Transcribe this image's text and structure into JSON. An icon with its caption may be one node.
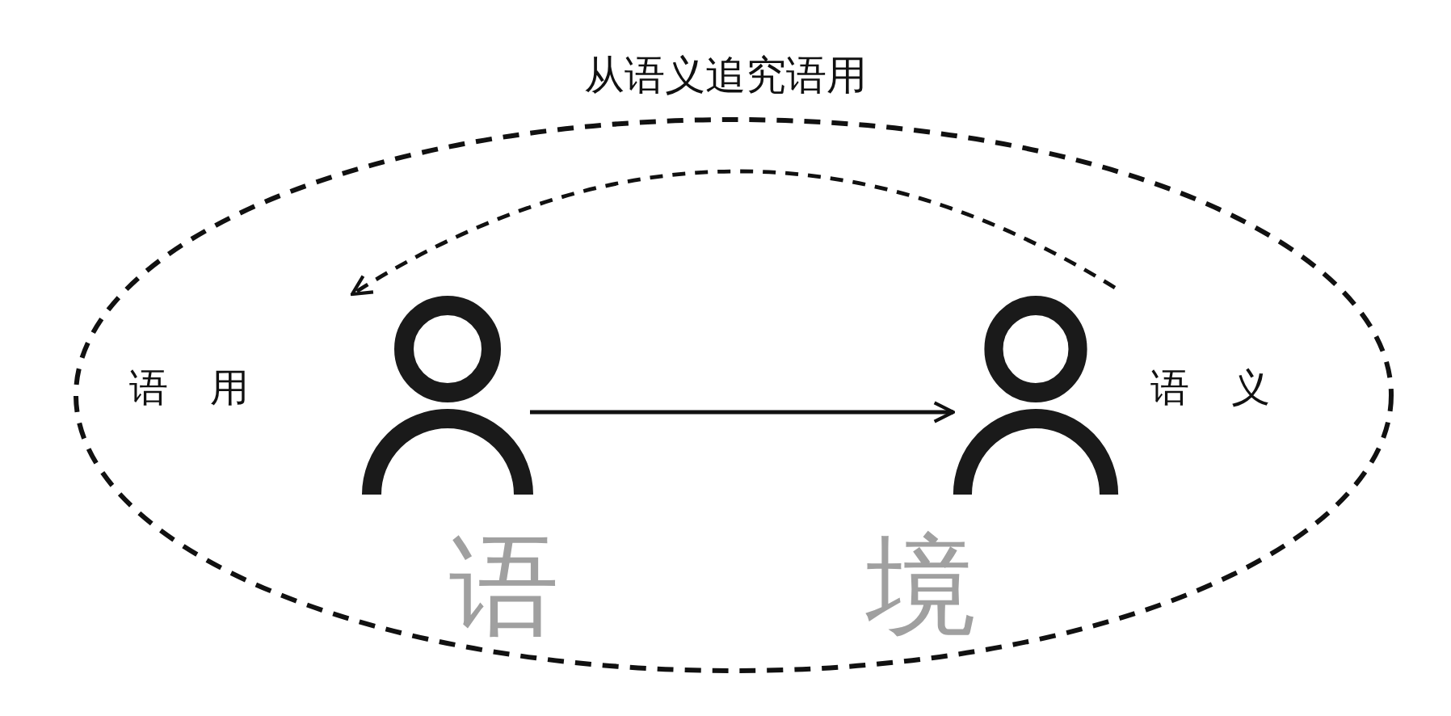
{
  "diagram": {
    "title": "从语义追究语用",
    "nodes": [
      {
        "text": [
          "语境"
        ]
      },
      {
        "text": [],
        "shape": "person",
        "in": 0,
        "beside": [
          "语用"
        ]
      },
      {
        "text": [],
        "shape": "person",
        "in": 0,
        "beside": [
          "语义"
        ]
      }
    ],
    "edges": [
      {
        "from": 1,
        "to": 2,
        "arrow": "to"
      },
      {
        "from": 2,
        "to": 1,
        "arrow": "to",
        "style": "dashed"
      }
    ]
  }
}
